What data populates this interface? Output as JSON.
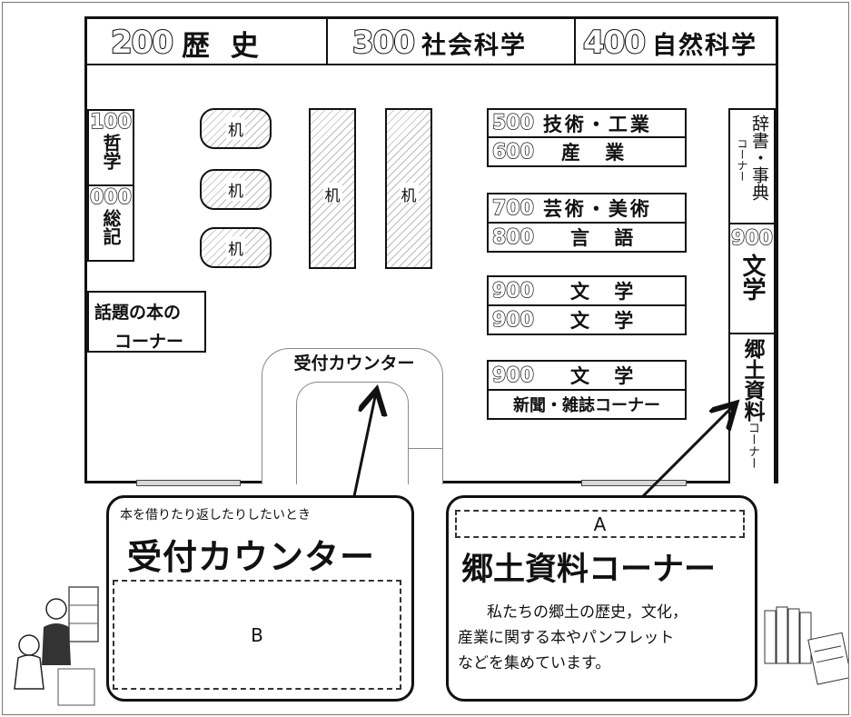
{
  "top_categories": [
    {
      "number": "200",
      "label": "歴 史"
    },
    {
      "number": "300",
      "label": "社会科学"
    },
    {
      "number": "400",
      "label": "自然科学"
    }
  ],
  "left_shelves": [
    {
      "number": "100",
      "label": "哲学"
    },
    {
      "number": "000",
      "label": "総記"
    }
  ],
  "topic_corner": {
    "line1": "話題の本の",
    "line2": "コーナー"
  },
  "desk_label": "机",
  "center_shelves": [
    {
      "number": "500",
      "label": "技術・工業"
    },
    {
      "number": "600",
      "label": "産 業"
    },
    {
      "number": "700",
      "label": "芸術・美術"
    },
    {
      "number": "800",
      "label": "言 語"
    },
    {
      "number": "900",
      "label": "文 学"
    },
    {
      "number": "900",
      "label": "文 学"
    },
    {
      "number": "900",
      "label": "文 学"
    }
  ],
  "newspaper_corner": "新聞・雑誌コーナー",
  "right_wall": {
    "dictionary": {
      "main": "辞書・事典",
      "sub": "コーナー"
    },
    "literature": {
      "number": "900",
      "label": "文学"
    },
    "local": {
      "main": "郷土資料",
      "sub": "コーナー"
    }
  },
  "reception_label": "受付カウンター",
  "callout_left": {
    "caption": "本を借りたり返したりしたいとき",
    "title": "受付カウンター",
    "blank_label": "B"
  },
  "callout_right": {
    "blank_label": "A",
    "title": "郷土資料コーナー",
    "body_line1": "私たちの郷土の歴史，文化，",
    "body_line2": "産業に関する本やパンフレット",
    "body_line3": "などを集めています。"
  }
}
